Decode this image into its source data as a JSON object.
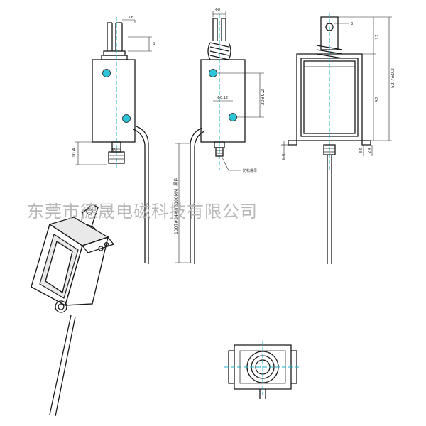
{
  "watermark": "东莞市德晟电磁科技有限公司",
  "dims": {
    "front_top_width": "3.6",
    "front_top_height": "9",
    "front_bottom_height": "10.4",
    "front_shaft_dia": "Φ3",
    "side_top_width": "Φ8",
    "side_hole_pitch": "Φ0.12",
    "side_hole_spacing": "20±0.2",
    "wire_spec": "1007#24AWG100MM",
    "wire_unit": "黑色",
    "nut_label": "防松螺母",
    "right_hole": "3",
    "right_upper": "17",
    "right_middle": "37",
    "right_total": "52.7±0.2",
    "right_bottom_a": "1.5",
    "right_bottom_b": "3.9",
    "right_bottom_c": "2.4"
  }
}
